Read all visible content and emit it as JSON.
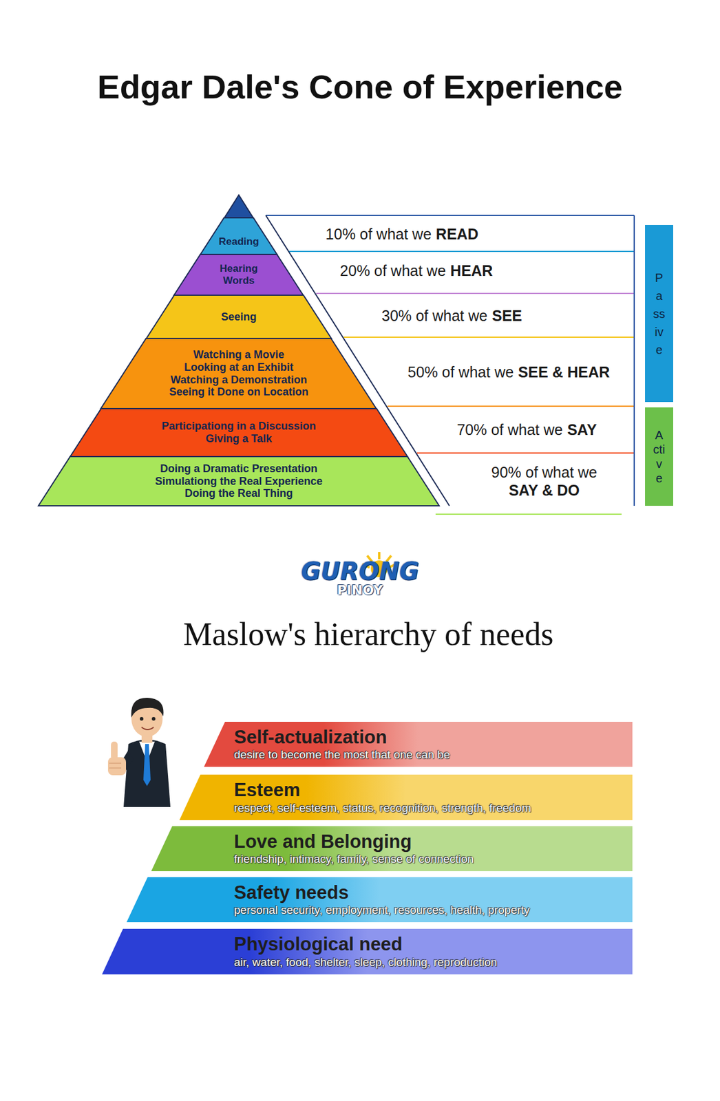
{
  "diagram": {
    "title": "Edgar Dale's Cone of Experience",
    "nodes": [
      {
        "text": [
          "Reading"
        ]
      },
      {
        "text": [
          "Hearing Words"
        ]
      },
      {
        "text": [
          "Seeing"
        ]
      },
      {
        "text": [
          "Watching a Movie",
          "Looking at an Exhibit",
          "Watching a Demonstration",
          "Seeing it Done on Location"
        ]
      },
      {
        "text": [
          "Participationg in a Discussion",
          "Giving a Talk"
        ]
      },
      {
        "text": [
          "Doing a Dramatic Presentation",
          "Simulationg the Real Experience",
          "Doing the Real Thing"
        ]
      },
      {
        "text": [
          "10% of what we",
          "READ"
        ]
      },
      {
        "text": [
          "20% of what we",
          "HEAR"
        ]
      },
      {
        "text": [
          "30% of what we",
          "SEE"
        ]
      },
      {
        "text": [
          "50% of what we",
          "SEE & HEAR"
        ]
      },
      {
        "text": [
          "70% of what we",
          "SAY"
        ]
      },
      {
        "text": [
          "90% of what we",
          "SAY & DO"
        ]
      },
      {
        "text": [
          "Passive"
        ]
      },
      {
        "text": [
          "Active"
        ]
      },
      {
        "text": [
          "Self-actualization",
          "desire to become the most that one can be"
        ]
      },
      {
        "text": [
          "Esteem",
          "respect, self-esteem, status, recognition, strength, freedom"
        ]
      },
      {
        "text": [
          "Love and Belonging",
          "friendship, intimacy, family, sense of connection"
        ]
      },
      {
        "text": [
          "Safety needs",
          "personal security, employment, resources, health, property"
        ]
      },
      {
        "text": [
          "Physiological need",
          "air, water, food, shelter, sleep, clothing, reproduction"
        ]
      }
    ],
    "labels": [
      "GURONG",
      "PINOY",
      "Maslow's hierarchy of needs"
    ]
  }
}
